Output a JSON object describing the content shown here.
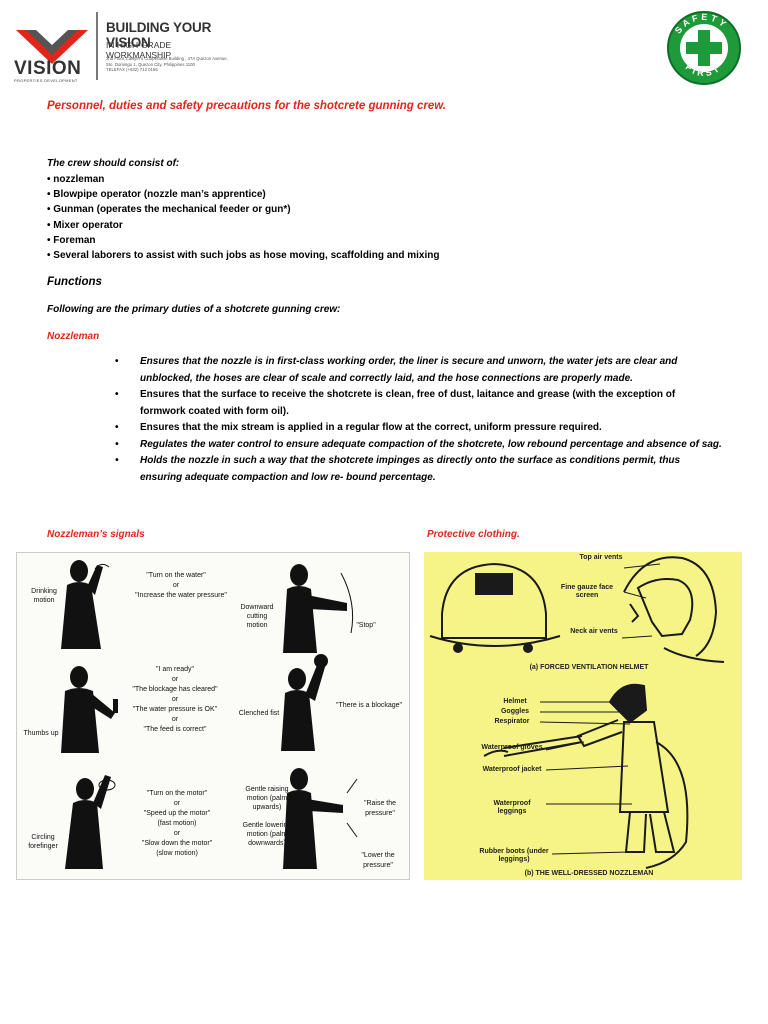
{
  "header": {
    "logo_word": "VISION",
    "logo_sub": "PROPERTIES DEVELOPMENT",
    "headline": "BUILDING YOUR VISION",
    "tagline": "IN HIGH-GRADE WORKMANSHIP",
    "address": [
      "2nd Floor, Lawyer's Cooperative Building , 47A Quezon Avenue,",
      "Sto. Domingo 1, Quezon City, Philippines 1100",
      "TELEFAX (+632) 712 0166"
    ],
    "badge_text": "SAFETY FIRST"
  },
  "title": "Personnel, duties and safety precautions for the shotcrete gunning crew.",
  "crew": {
    "heading": "The crew should consist of:",
    "items": [
      "• nozzleman",
      "• Blowpipe operator (nozzle man’s apprentice)",
      "• Gunman (operates the mechanical feeder or gun*)",
      "• Mixer operator",
      "• Foreman",
      "• Several laborers to assist with such   jobs as hose moving, scaffolding and mixing"
    ]
  },
  "functions_heading": "Functions",
  "following": "Following are the primary duties of a shotcrete gunning crew:",
  "nozzleman_heading": "Nozzleman",
  "duties": [
    {
      "bullet": "•",
      "text": "Ensures that  the nozzle  is in first-class working order, the liner is secure and unworn, the water jets are clear and  unblocked, the hoses  are clear of scale and  correctly  laid,  and  the  hose  connections are properly made."
    },
    {
      "bullet": "•",
      "text": "Ensures that the surface to receive the shotcrete is clean, free of dust, laitance and grease (with the exception of formwork coated with form oil)."
    },
    {
      "bullet": "•",
      "text": "Ensures that the mix stream is applied in a regular flow at the correct, uniform pressure required."
    },
    {
      "bullet": "•",
      "text": "Regulates the water control to ensure adequate compaction of the shotcrete, low rebound percentage and absence of sag."
    },
    {
      "bullet": "•",
      "text": "Holds the nozzle in such a way that the shotcrete impinges as directly onto the surface as conditions permit, thus ensuring adequate compaction and  low re- bound percentage."
    }
  ],
  "signals_heading": "Nozzleman’s signals",
  "protective_heading": "Protective clothing.",
  "signals": {
    "drinking": "Drinking motion",
    "water_on_1": "\"Turn on the water\"",
    "or": "or",
    "water_on_2": "\"Increase the water pressure\"",
    "downward": "Downward cutting motion",
    "stop": "\"Stop\"",
    "thumbs": "Thumbs up",
    "ready_1": "\"I am ready\"",
    "ready_2": "\"The blockage has cleared\"",
    "ready_3": "\"The water pressure is OK\"",
    "ready_4": "\"The feed is correct\"",
    "clenched": "Clenched fist",
    "blockage": "\"There is a blockage\"",
    "circling": "Circling forefinger",
    "motor_1": "\"Turn on the motor\"",
    "motor_2": "\"Speed up the motor\"",
    "fast": "(fast motion)",
    "motor_3": "\"Slow down the motor\"",
    "slow": "(slow motion)",
    "gentle_raise": "Gentle raising motion (palm upwards)",
    "raise": "\"Raise the pressure\"",
    "gentle_lower": "Gentle lowering motion (palm downwards)",
    "lower": "\"Lower the pressure\""
  },
  "protective": {
    "top_vents": "Top air vents",
    "gauze": "Fine gauze face screen",
    "neck_vents": "Neck air vents",
    "caption_a": "(a) FORCED VENTILATION HELMET",
    "helmet": "Helmet",
    "goggles": "Goggles",
    "respirator": "Respirator",
    "gloves": "Waterproof gloves",
    "jacket": "Waterproof jacket",
    "leggings": "Waterproof leggings",
    "boots": "Rubber boots (under leggings)",
    "caption_b": "(b) THE WELL-DRESSED NOZZLEMAN"
  },
  "colors": {
    "accent_red": "#e1251b",
    "figure_yellow": "#f6f486",
    "badge_green": "#1f9a3a"
  }
}
